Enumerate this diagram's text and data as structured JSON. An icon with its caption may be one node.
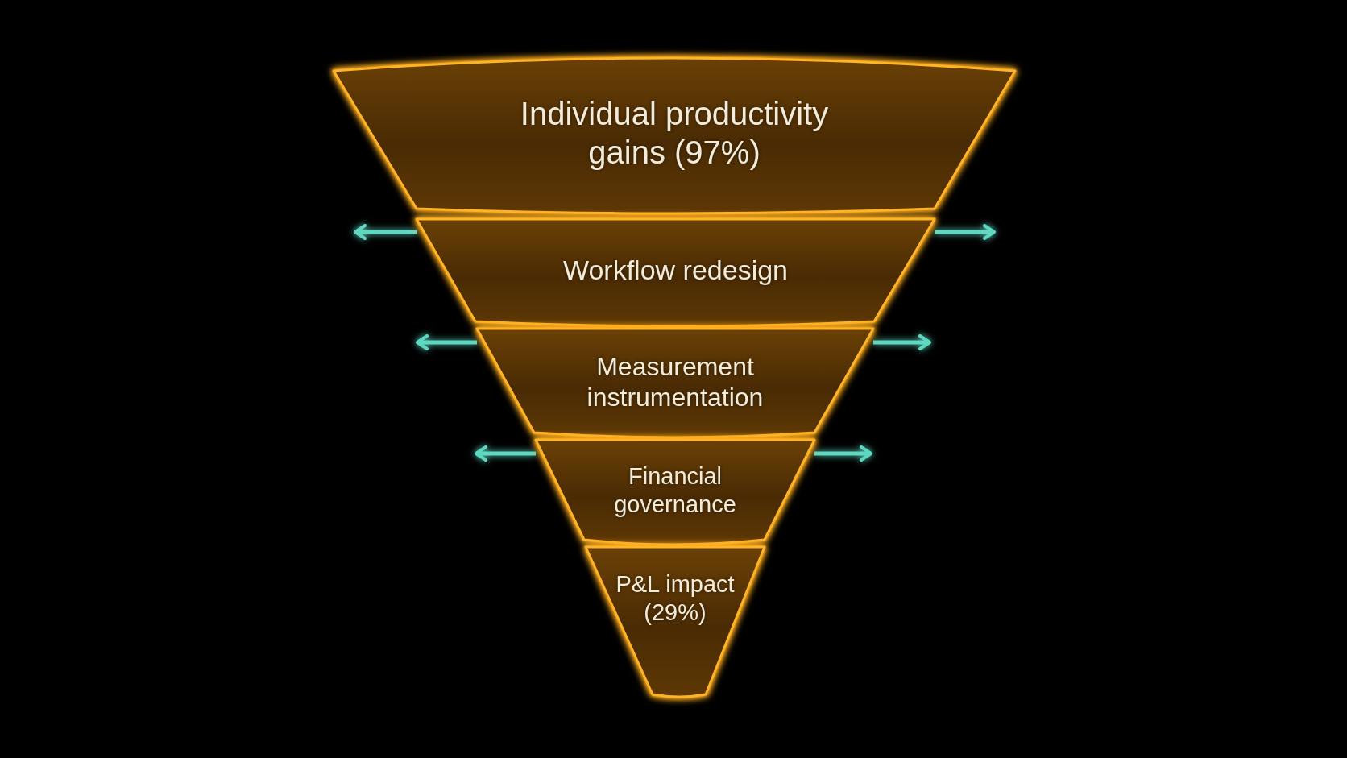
{
  "diagram": {
    "nodes": [
      {
        "text": [
          "Individual productivity gains (97%)"
        ]
      },
      {
        "text": [
          "Workflow redesign"
        ]
      },
      {
        "text": [
          "Measurement instrumentation"
        ]
      },
      {
        "text": [
          "Financial governance"
        ]
      },
      {
        "text": [
          "P&L impact (29%)"
        ]
      }
    ],
    "edges": [
      {
        "from": 1,
        "to": null,
        "arrow": "to"
      },
      {
        "from": 1,
        "to": null,
        "arrow": "to"
      },
      {
        "from": 2,
        "to": null,
        "arrow": "to"
      },
      {
        "from": 2,
        "to": null,
        "arrow": "to"
      },
      {
        "from": 3,
        "to": null,
        "arrow": "to"
      },
      {
        "from": 3,
        "to": null,
        "arrow": "to"
      }
    ]
  }
}
